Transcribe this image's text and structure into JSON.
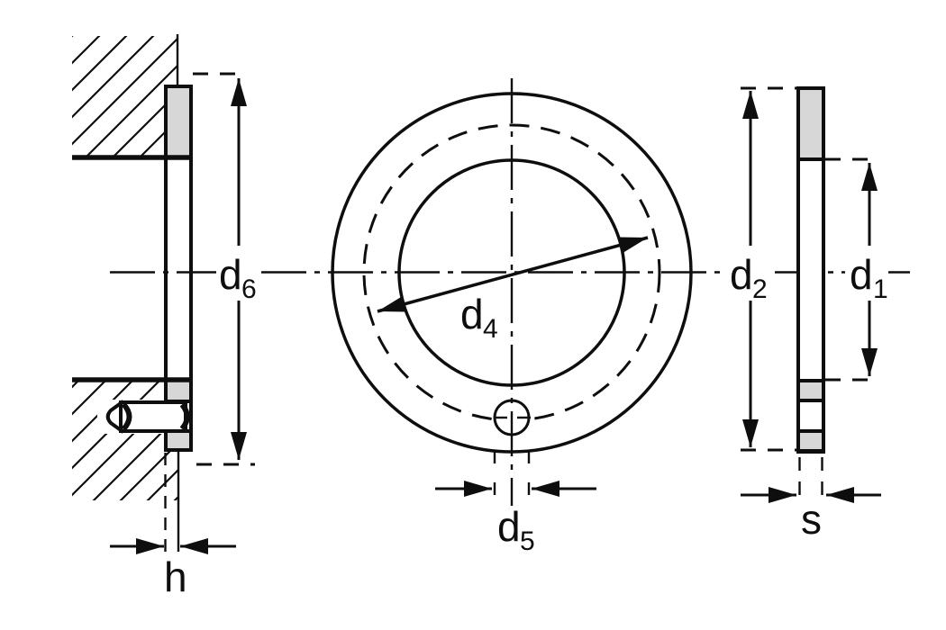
{
  "drawing": {
    "labels": {
      "d6": {
        "base": "d",
        "sub": "6"
      },
      "h": {
        "base": "h"
      },
      "d4": {
        "base": "d",
        "sub": "4"
      },
      "d5": {
        "base": "d",
        "sub": "5"
      },
      "d2": {
        "base": "d",
        "sub": "2"
      },
      "d1": {
        "base": "d",
        "sub": "1"
      },
      "s": {
        "base": "s"
      }
    },
    "colors": {
      "line": "#0e0e0e",
      "washer-fill": "#d7d7d7",
      "background": "#ffffff"
    }
  }
}
